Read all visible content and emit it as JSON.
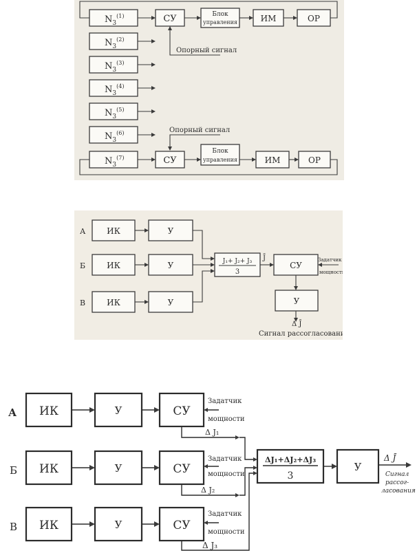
{
  "diagram1": {
    "n_label": "N",
    "n_sub": "3",
    "indices": [
      "(1)",
      "(2)",
      "(3)",
      "(4)",
      "(5)",
      "(6)",
      "(7)"
    ],
    "su": "СУ",
    "block_line1": "Блок",
    "block_line2": "управления",
    "im": "ИМ",
    "or": "ОР",
    "ref_top": "Опорный сигнал",
    "ref_bottom": "Опорный сигнал"
  },
  "diagram2": {
    "rows": [
      "А",
      "Б",
      "В"
    ],
    "ik": "ИК",
    "u": "У",
    "sum_num": "J₁+ J₂+ J₃",
    "sum_den": "3",
    "j_bar": "J̄",
    "su": "СУ",
    "setter_line1": "Задатчик",
    "setter_line2": "мощности",
    "u_out": "У",
    "delta_j": "Δ J̄",
    "mismatch": "Сигнал рассогласования"
  },
  "diagram3": {
    "rows": [
      "А",
      "Б",
      "В"
    ],
    "ik": "ИК",
    "u": "У",
    "su": "СУ",
    "setter_line1": "Задатчик",
    "setter_line2": "мощности",
    "dj": [
      "Δ J₁",
      "Δ J₂",
      "Δ J₃"
    ],
    "sum_num": "ΔJ₁+ΔJ₂+ΔJ₃",
    "sum_den": "3",
    "u_out": "У",
    "delta_j": "Δ J̄",
    "mismatch_line1": "Сигнал",
    "mismatch_line2": "рассог-",
    "mismatch_line3": "ласования"
  }
}
